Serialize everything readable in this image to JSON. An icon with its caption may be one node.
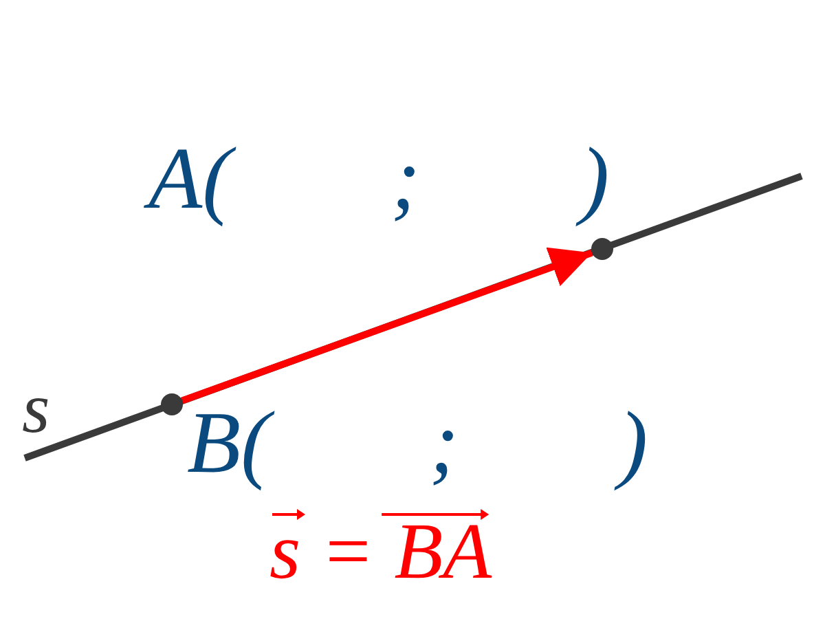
{
  "diagram": {
    "nodes": [
      {
        "text": [],
        "shape": "circle",
        "beside": [
          "A( ; )"
        ]
      },
      {
        "text": [],
        "shape": "circle",
        "beside": [
          "B( ; )"
        ]
      }
    ],
    "edges": [
      {
        "from": 1,
        "to": 0,
        "arrow": "to",
        "color": "#ff0000"
      }
    ],
    "labels": [
      "s",
      "s = BA"
    ]
  }
}
